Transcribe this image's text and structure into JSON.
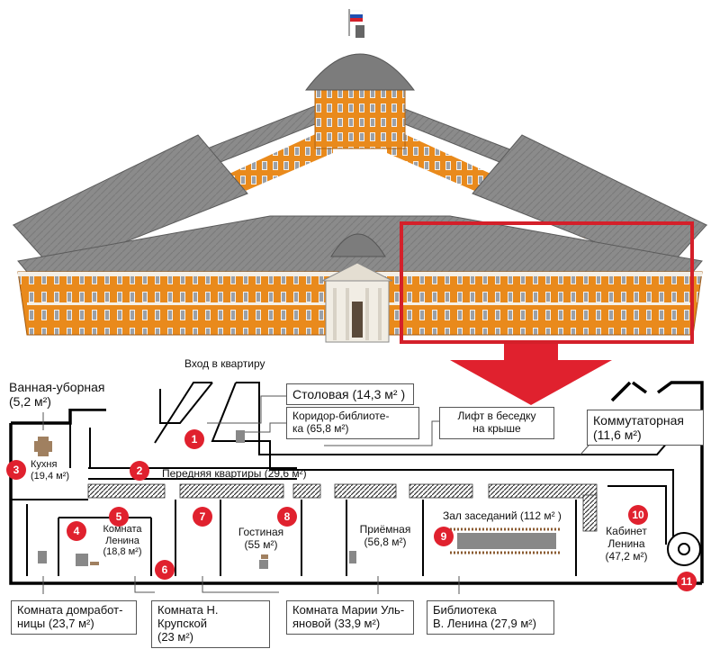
{
  "building": {
    "flag_colors": [
      "#ffffff",
      "#1f4fb0",
      "#d4202a"
    ],
    "roof_color": "#8a8a8a",
    "facade_color": "#e98a1c",
    "highlight_color": "#d4202a"
  },
  "plan": {
    "entrance": "Вход в квартиру",
    "labels": {
      "bath_l1": "Ванная-уборная",
      "bath_l2": "(5,2 м²)",
      "dining": "Столовая (14,3 м² )",
      "corridor_l1": "Коридор-библиоте-",
      "corridor_l2": "ка (65,8 м²)",
      "lift_l1": "Лифт в беседку",
      "lift_l2": "на крыше",
      "switch_l1": "Коммутаторная",
      "switch_l2": "(11,6 м²)",
      "kitchen_l1": "Кухня",
      "kitchen_l2": "(19,4 м²)",
      "front_hall": "Передняя квартиры (29,6 м²)",
      "lenin_room_l1": "Комната",
      "lenin_room_l2": "Ленина",
      "lenin_room_l3": "(18,8 м²)",
      "living_l1": "Гостиная",
      "living_l2": "(55 м²)",
      "reception_l1": "Приёмная",
      "reception_l2": "(56,8 м²)",
      "hall": "Зал заседаний (112 м² )",
      "cabinet_l1": "Кабинет",
      "cabinet_l2": "Ленина",
      "cabinet_l3": "(47,2 м²)",
      "house_l1": "Комната домработ-",
      "house_l2": "ницы (23,7 м²)",
      "krupskaya_l1": "Комната Н. Крупской",
      "krupskaya_l2": "(23 м²)",
      "maria_l1": "Комната Марии Уль-",
      "maria_l2": "яновой (33,9 м²)",
      "library_l1": "Библиотека",
      "library_l2": "В. Ленина (27,9 м²)"
    },
    "markers": [
      "1",
      "2",
      "3",
      "4",
      "5",
      "6",
      "7",
      "8",
      "9",
      "10",
      "11"
    ]
  }
}
